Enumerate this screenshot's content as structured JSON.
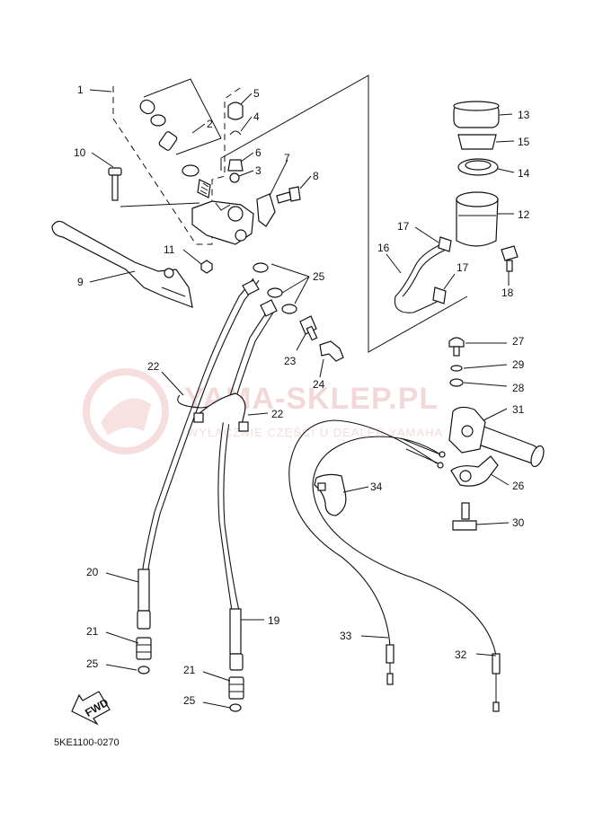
{
  "diagram_code": "5KE1100-0270",
  "direction_label": "FWD",
  "watermark": {
    "title": "YAMA-SKLEP.PL",
    "subtitle": "WYŁĄCZNIE CZĘŚCI U DEALER YAMAHA"
  },
  "callouts": [
    {
      "num": "1"
    },
    {
      "num": "2"
    },
    {
      "num": "3"
    },
    {
      "num": "4"
    },
    {
      "num": "5"
    },
    {
      "num": "6"
    },
    {
      "num": "7"
    },
    {
      "num": "8"
    },
    {
      "num": "9"
    },
    {
      "num": "10"
    },
    {
      "num": "11"
    },
    {
      "num": "12"
    },
    {
      "num": "13"
    },
    {
      "num": "14"
    },
    {
      "num": "15"
    },
    {
      "num": "16"
    },
    {
      "num": "17"
    },
    {
      "num": "17"
    },
    {
      "num": "18"
    },
    {
      "num": "19"
    },
    {
      "num": "20"
    },
    {
      "num": "21"
    },
    {
      "num": "21"
    },
    {
      "num": "22"
    },
    {
      "num": "22"
    },
    {
      "num": "23"
    },
    {
      "num": "24"
    },
    {
      "num": "25"
    },
    {
      "num": "25"
    },
    {
      "num": "25"
    },
    {
      "num": "26"
    },
    {
      "num": "27"
    },
    {
      "num": "28"
    },
    {
      "num": "29"
    },
    {
      "num": "30"
    },
    {
      "num": "31"
    },
    {
      "num": "32"
    },
    {
      "num": "33"
    },
    {
      "num": "34"
    }
  ]
}
